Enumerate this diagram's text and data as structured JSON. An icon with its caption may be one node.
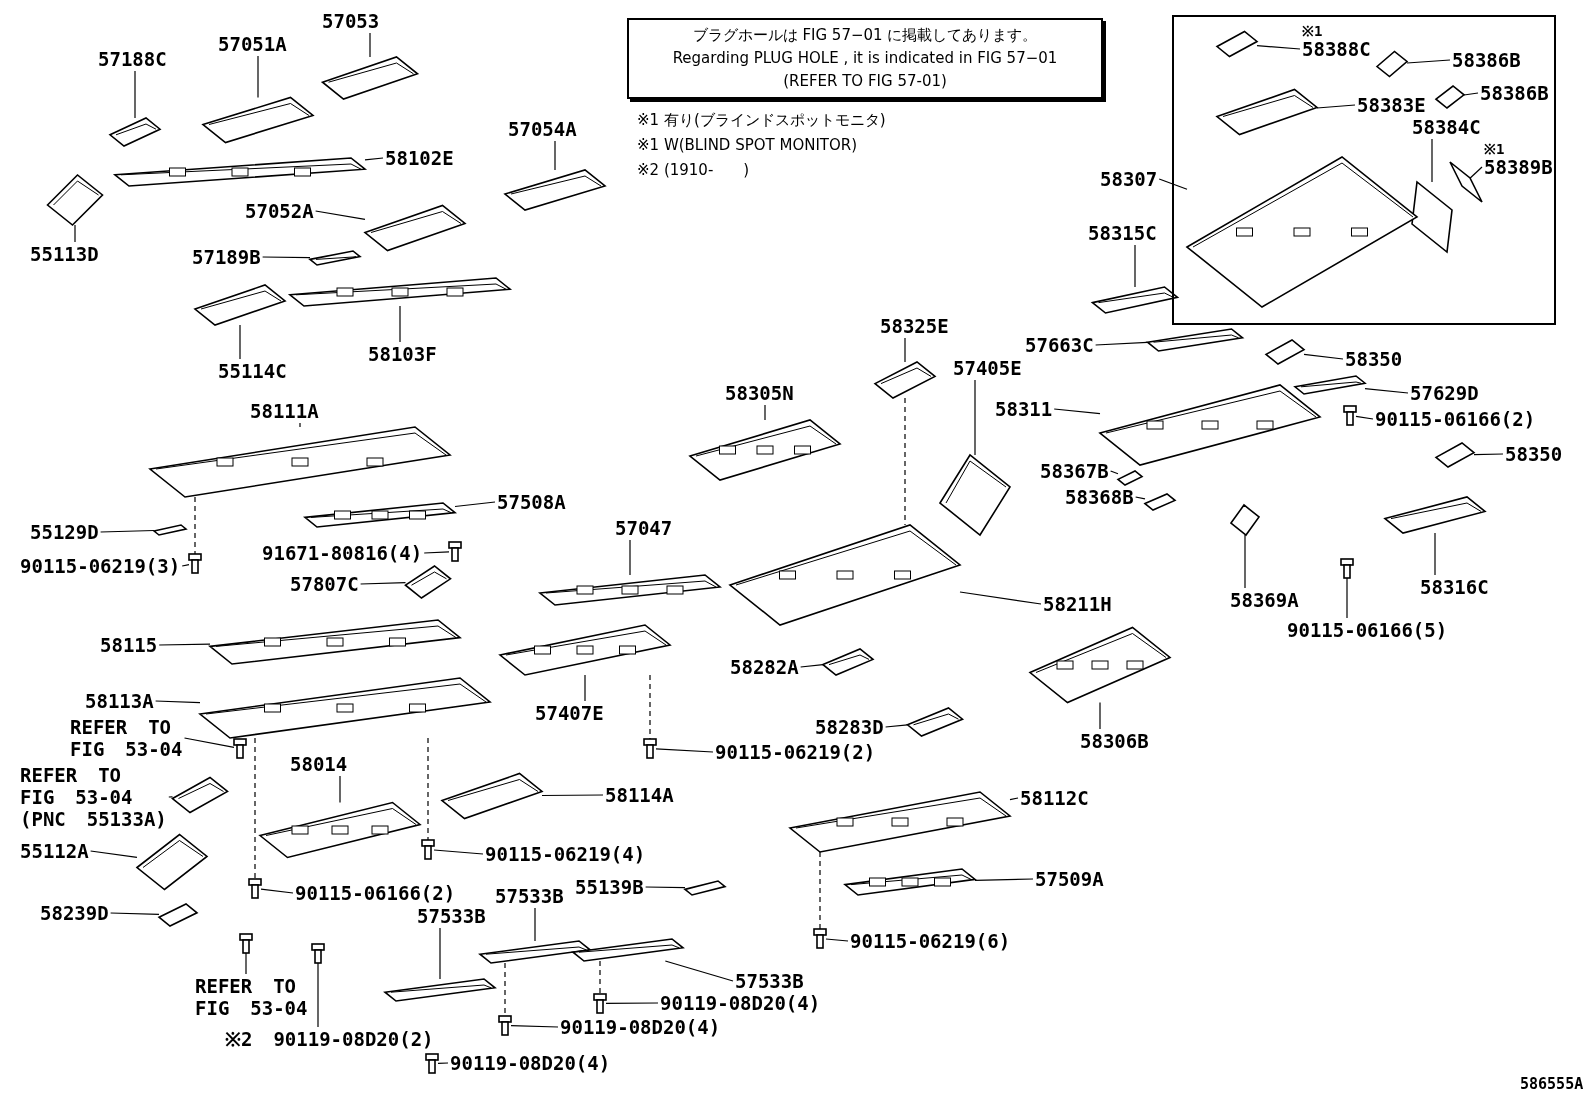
{
  "diagram": {
    "nodes": [
      {
        "text": [
          "ブラグホールは FIG 57−01 に掲載してあります。",
          "Regarding PLUG HOLE , it is indicated in FIG 57−01",
          "(REFER TO FIG 57-01)"
        ]
      },
      {
        "text": [],
        "shape": "box"
      },
      {
        "text": [
          "57188C"
        ]
      },
      {
        "text": [
          "57051A"
        ]
      },
      {
        "text": [
          "57053"
        ]
      },
      {
        "text": [
          "※1",
          "58388C"
        ],
        "in": 1
      },
      {
        "text": [
          "58386B"
        ],
        "in": 1
      },
      {
        "text": [
          "58386B"
        ],
        "in": 1
      },
      {
        "text": [
          "58383E"
        ],
        "in": 1
      },
      {
        "text": [
          "58384C"
        ],
        "in": 1
      },
      {
        "text": [
          "※1",
          "58389B"
        ],
        "in": 1
      },
      {
        "text": [
          "58102E"
        ]
      },
      {
        "text": [
          "57054A"
        ]
      },
      {
        "text": [
          "58307"
        ]
      },
      {
        "text": [
          "57052A"
        ]
      },
      {
        "text": [
          "55113D"
        ]
      },
      {
        "text": [
          "57189B"
        ]
      },
      {
        "text": [
          "58315C"
        ]
      },
      {
        "text": [
          "55114C"
        ]
      },
      {
        "text": [
          "58103F"
        ]
      },
      {
        "text": [
          "58325E"
        ]
      },
      {
        "text": [
          "57663C"
        ]
      },
      {
        "text": [
          "58350"
        ]
      },
      {
        "text": [
          "57405E"
        ]
      },
      {
        "text": [
          "58305N"
        ]
      },
      {
        "text": [
          "57629D"
        ]
      },
      {
        "text": [
          "58111A"
        ]
      },
      {
        "text": [
          "58311"
        ]
      },
      {
        "text": [
          "90115-06166(2)"
        ]
      },
      {
        "text": [
          "58350"
        ]
      },
      {
        "text": [
          "58367B"
        ]
      },
      {
        "text": [
          "58368B"
        ]
      },
      {
        "text": [
          "57508A"
        ]
      },
      {
        "text": [
          "55129D"
        ]
      },
      {
        "text": [
          "91671-80816(4)"
        ]
      },
      {
        "text": [
          "57047"
        ]
      },
      {
        "text": [
          "90115-06219(3)"
        ]
      },
      {
        "text": [
          "57807C"
        ]
      },
      {
        "text": [
          "58369A"
        ]
      },
      {
        "text": [
          "58316C"
        ]
      },
      {
        "text": [
          "58211H"
        ]
      },
      {
        "text": [
          "90115-06166(5)"
        ]
      },
      {
        "text": [
          "58115"
        ]
      },
      {
        "text": [
          "58282A"
        ]
      },
      {
        "text": [
          "58113A"
        ]
      },
      {
        "text": [
          "58283D"
        ]
      },
      {
        "text": [
          "57407E"
        ]
      },
      {
        "text": [
          "58306B"
        ]
      },
      {
        "text": [
          "REFER TO FIG 53-04"
        ]
      },
      {
        "text": [
          "90115-06219(2)"
        ]
      },
      {
        "text": [
          "REFER TO FIG 53-04 (PNC 55133A)"
        ]
      },
      {
        "text": [
          "58014"
        ]
      },
      {
        "text": [
          "58114A"
        ]
      },
      {
        "text": [
          "58112C"
        ]
      },
      {
        "text": [
          "55112A"
        ]
      },
      {
        "text": [
          "90115-06219(4)"
        ]
      },
      {
        "text": [
          "57509A"
        ]
      },
      {
        "text": [
          "55139B"
        ]
      },
      {
        "text": [
          "90115-06166(2)"
        ]
      },
      {
        "text": [
          "58239D"
        ]
      },
      {
        "text": [
          "57533B"
        ]
      },
      {
        "text": [
          "57533B"
        ]
      },
      {
        "text": [
          "90115-06219(6)"
        ]
      },
      {
        "text": [
          "57533B"
        ]
      },
      {
        "text": [
          "REFER TO FIG 53-04"
        ]
      },
      {
        "text": [
          "90119-08D20(4)"
        ]
      },
      {
        "text": [
          "90119-08D20(4)"
        ]
      },
      {
        "text": [
          "※2 90119-08D20(2)"
        ]
      },
      {
        "text": [
          "90119-08D20(4)"
        ]
      },
      {
        "text": [],
        "shape": "picture"
      },
      {
        "text": [],
        "shape": "picture"
      },
      {
        "text": [],
        "shape": "picture"
      },
      {
        "text": [],
        "shape": "picture",
        "in": 1
      },
      {
        "text": [],
        "shape": "picture",
        "in": 1
      },
      {
        "text": [],
        "shape": "picture",
        "in": 1
      },
      {
        "text": [],
        "shape": "picture",
        "in": 1
      },
      {
        "text": [],
        "shape": "picture",
        "in": 1
      },
      {
        "text": [],
        "shape": "picture",
        "in": 1
      },
      {
        "text": [],
        "shape": "picture"
      },
      {
        "text": [],
        "shape": "picture"
      },
      {
        "text": [],
        "shape": "picture",
        "in": 1
      },
      {
        "text": [],
        "shape": "picture"
      },
      {
        "text": [],
        "shape": "picture"
      },
      {
        "text": [],
        "shape": "picture"
      },
      {
        "text": [],
        "shape": "picture"
      },
      {
        "text": [],
        "shape": "picture"
      },
      {
        "text": [],
        "shape": "picture"
      },
      {
        "text": [],
        "shape": "picture"
      },
      {
        "text": [],
        "shape": "picture"
      },
      {
        "text": [],
        "shape": "picture"
      },
      {
        "text": [],
        "shape": "picture"
      },
      {
        "text": [],
        "shape": "picture"
      },
      {
        "text": [],
        "shape": "picture"
      },
      {
        "text": [],
        "shape": "picture"
      },
      {
        "text": [],
        "shape": "picture"
      },
      {
        "text": [],
        "shape": "picture"
      },
      {
        "text": [],
        "shape": "picture"
      },
      {
        "text": [],
        "shape": "picture"
      },
      {
        "text": [],
        "shape": "picture"
      },
      {
        "text": [],
        "shape": "picture"
      },
      {
        "text": [],
        "shape": "picture"
      },
      {
        "text": [],
        "shape": "picture"
      },
      {
        "text": [],
        "shape": "picture"
      },
      {
        "text": [],
        "shape": "picture"
      },
      {
        "text": [],
        "shape": "picture"
      },
      {
        "text": [],
        "shape": "picture"
      },
      {
        "text": [],
        "shape": "picture"
      },
      {
        "text": [],
        "shape": "picture"
      },
      {
        "text": [],
        "shape": "picture"
      },
      {
        "text": [],
        "shape": "picture"
      },
      {
        "text": [],
        "shape": "picture"
      },
      {
        "text": [],
        "shape": "picture"
      },
      {
        "text": [],
        "shape": "picture"
      },
      {
        "text": [],
        "shape": "picture"
      },
      {
        "text": [],
        "shape": "picture"
      },
      {
        "text": [],
        "shape": "picture"
      },
      {
        "text": [],
        "shape": "picture"
      },
      {
        "text": [],
        "shape": "picture"
      },
      {
        "text": [],
        "shape": "picture"
      },
      {
        "text": [],
        "shape": "picture"
      },
      {
        "text": [],
        "shape": "picture"
      },
      {
        "text": [],
        "shape": "picture"
      },
      {
        "text": [],
        "shape": "picture"
      },
      {
        "text": [],
        "shape": "picture"
      },
      {
        "text": [],
        "shape": "picture"
      },
      {
        "text": [],
        "shape": "picture"
      },
      {
        "text": [],
        "shape": "picture"
      },
      {
        "text": [],
        "shape": "picture"
      },
      {
        "text": [],
        "shape": "picture"
      },
      {
        "text": [],
        "shape": "picture"
      },
      {
        "text": [],
        "shape": "picture"
      },
      {
        "text": [],
        "shape": "picture"
      },
      {
        "text": [],
        "shape": "picture"
      },
      {
        "text": [],
        "shape": "picture"
      },
      {
        "text": [],
        "shape": "picture"
      },
      {
        "text": [],
        "shape": "picture"
      }
    ],
    "edges": [
      {
        "from": 2,
        "to": 69,
        "arrow": "none"
      },
      {
        "from": 3,
        "to": 70,
        "arrow": "none"
      },
      {
        "from": 4,
        "to": 71,
        "arrow": "none"
      },
      {
        "from": 5,
        "to": 72,
        "arrow": "none"
      },
      {
        "from": 6,
        "to": 73,
        "arrow": "none"
      },
      {
        "from": 7,
        "to": 74,
        "arrow": "none"
      },
      {
        "from": 8,
        "to": 75,
        "arrow": "none"
      },
      {
        "from": 9,
        "to": 76,
        "arrow": "none"
      },
      {
        "from": 10,
        "to": 77,
        "arrow": "none"
      },
      {
        "from": 11,
        "to": 78,
        "arrow": "none"
      },
      {
        "from": 12,
        "to": 79,
        "arrow": "none"
      },
      {
        "from": 13,
        "to": 80,
        "arrow": "none"
      },
      {
        "from": 14,
        "to": 81,
        "arrow": "none"
      },
      {
        "from": 15,
        "to": 82,
        "arrow": "none"
      },
      {
        "from": 16,
        "to": 83,
        "arrow": "none"
      },
      {
        "from": 17,
        "to": 84,
        "arrow": "none"
      },
      {
        "from": 18,
        "to": 85,
        "arrow": "none"
      },
      {
        "from": 19,
        "to": 86,
        "arrow": "none"
      },
      {
        "from": 20,
        "to": 87,
        "arrow": "none"
      },
      {
        "from": 21,
        "to": 88,
        "arrow": "none"
      },
      {
        "from": 22,
        "to": 89,
        "arrow": "none"
      },
      {
        "from": 23,
        "to": 90,
        "arrow": "none"
      },
      {
        "from": 24,
        "to": 91,
        "arrow": "none"
      },
      {
        "from": 25,
        "to": 92,
        "arrow": "none"
      },
      {
        "from": 26,
        "to": 93,
        "arrow": "none"
      },
      {
        "from": 27,
        "to": 94,
        "arrow": "none"
      },
      {
        "from": 28,
        "to": 95,
        "arrow": "none"
      },
      {
        "from": 29,
        "to": 96,
        "arrow": "none"
      },
      {
        "from": 30,
        "to": 97,
        "arrow": "none"
      },
      {
        "from": 31,
        "to": 98,
        "arrow": "none"
      },
      {
        "from": 32,
        "to": 99,
        "arrow": "none"
      },
      {
        "from": 33,
        "to": 100,
        "arrow": "none"
      },
      {
        "from": 34,
        "to": 101,
        "arrow": "none"
      },
      {
        "from": 35,
        "to": 102,
        "arrow": "none"
      },
      {
        "from": 36,
        "to": 103,
        "arrow": "none"
      },
      {
        "from": 37,
        "to": 104,
        "arrow": "none"
      },
      {
        "from": 38,
        "to": 105,
        "arrow": "none"
      },
      {
        "from": 39,
        "to": 106,
        "arrow": "none"
      },
      {
        "from": 40,
        "to": 107,
        "arrow": "none"
      },
      {
        "from": 41,
        "to": 108,
        "arrow": "none"
      },
      {
        "from": 42,
        "to": 109,
        "arrow": "none"
      },
      {
        "from": 43,
        "to": 110,
        "arrow": "none"
      },
      {
        "from": 44,
        "to": 111,
        "arrow": "none"
      },
      {
        "from": 45,
        "to": 112,
        "arrow": "none"
      },
      {
        "from": 46,
        "to": 113,
        "arrow": "none"
      },
      {
        "from": 47,
        "to": 114,
        "arrow": "none"
      },
      {
        "from": 48,
        "to": 115,
        "arrow": "none"
      },
      {
        "from": 49,
        "to": 116,
        "arrow": "none"
      },
      {
        "from": 50,
        "to": 117,
        "arrow": "none"
      },
      {
        "from": 51,
        "to": 118,
        "arrow": "none"
      },
      {
        "from": 52,
        "to": 119,
        "arrow": "none"
      },
      {
        "from": 53,
        "to": 120,
        "arrow": "none"
      },
      {
        "from": 54,
        "to": 121,
        "arrow": "none"
      },
      {
        "from": 55,
        "to": 122,
        "arrow": "none"
      },
      {
        "from": 56,
        "to": 123,
        "arrow": "none"
      },
      {
        "from": 57,
        "to": 124,
        "arrow": "none"
      },
      {
        "from": 58,
        "to": 125,
        "arrow": "none"
      },
      {
        "from": 59,
        "to": 126,
        "arrow": "none"
      },
      {
        "from": 60,
        "to": 127,
        "arrow": "none"
      },
      {
        "from": 61,
        "to": 128,
        "arrow": "none"
      },
      {
        "from": 62,
        "to": 129,
        "arrow": "none"
      },
      {
        "from": 63,
        "to": 130,
        "arrow": "none"
      },
      {
        "from": 64,
        "to": 131,
        "arrow": "none"
      },
      {
        "from": 65,
        "to": 132,
        "arrow": "none"
      },
      {
        "from": 66,
        "to": 133,
        "arrow": "none"
      },
      {
        "from": 67,
        "to": 134,
        "arrow": "none"
      },
      {
        "from": 68,
        "to": 135,
        "arrow": "none"
      },
      {
        "from": 93,
        "to": 103,
        "arrow": "none",
        "style": "dashed"
      },
      {
        "from": 87,
        "to": 107,
        "arrow": "none",
        "style": "dashed"
      },
      {
        "from": 113,
        "to": 116,
        "arrow": "none",
        "style": "dashed"
      },
      {
        "from": 111,
        "to": 125,
        "arrow": "none",
        "style": "dashed"
      },
      {
        "from": 111,
        "to": 122,
        "arrow": "none",
        "style": "dashed"
      },
      {
        "from": 120,
        "to": 129,
        "arrow": "none",
        "style": "dashed"
      },
      {
        "from": 127,
        "to": 133,
        "arrow": "none",
        "style": "dashed"
      },
      {
        "from": 130,
        "to": 132,
        "arrow": "none",
        "style": "dashed"
      }
    ],
    "labels": [
      "※1 有り(ブラインドスポットモニタ)",
      "※1 W(BLIND SPOT MONITOR)",
      "※2 (1910-　　)",
      "586555A"
    ]
  }
}
